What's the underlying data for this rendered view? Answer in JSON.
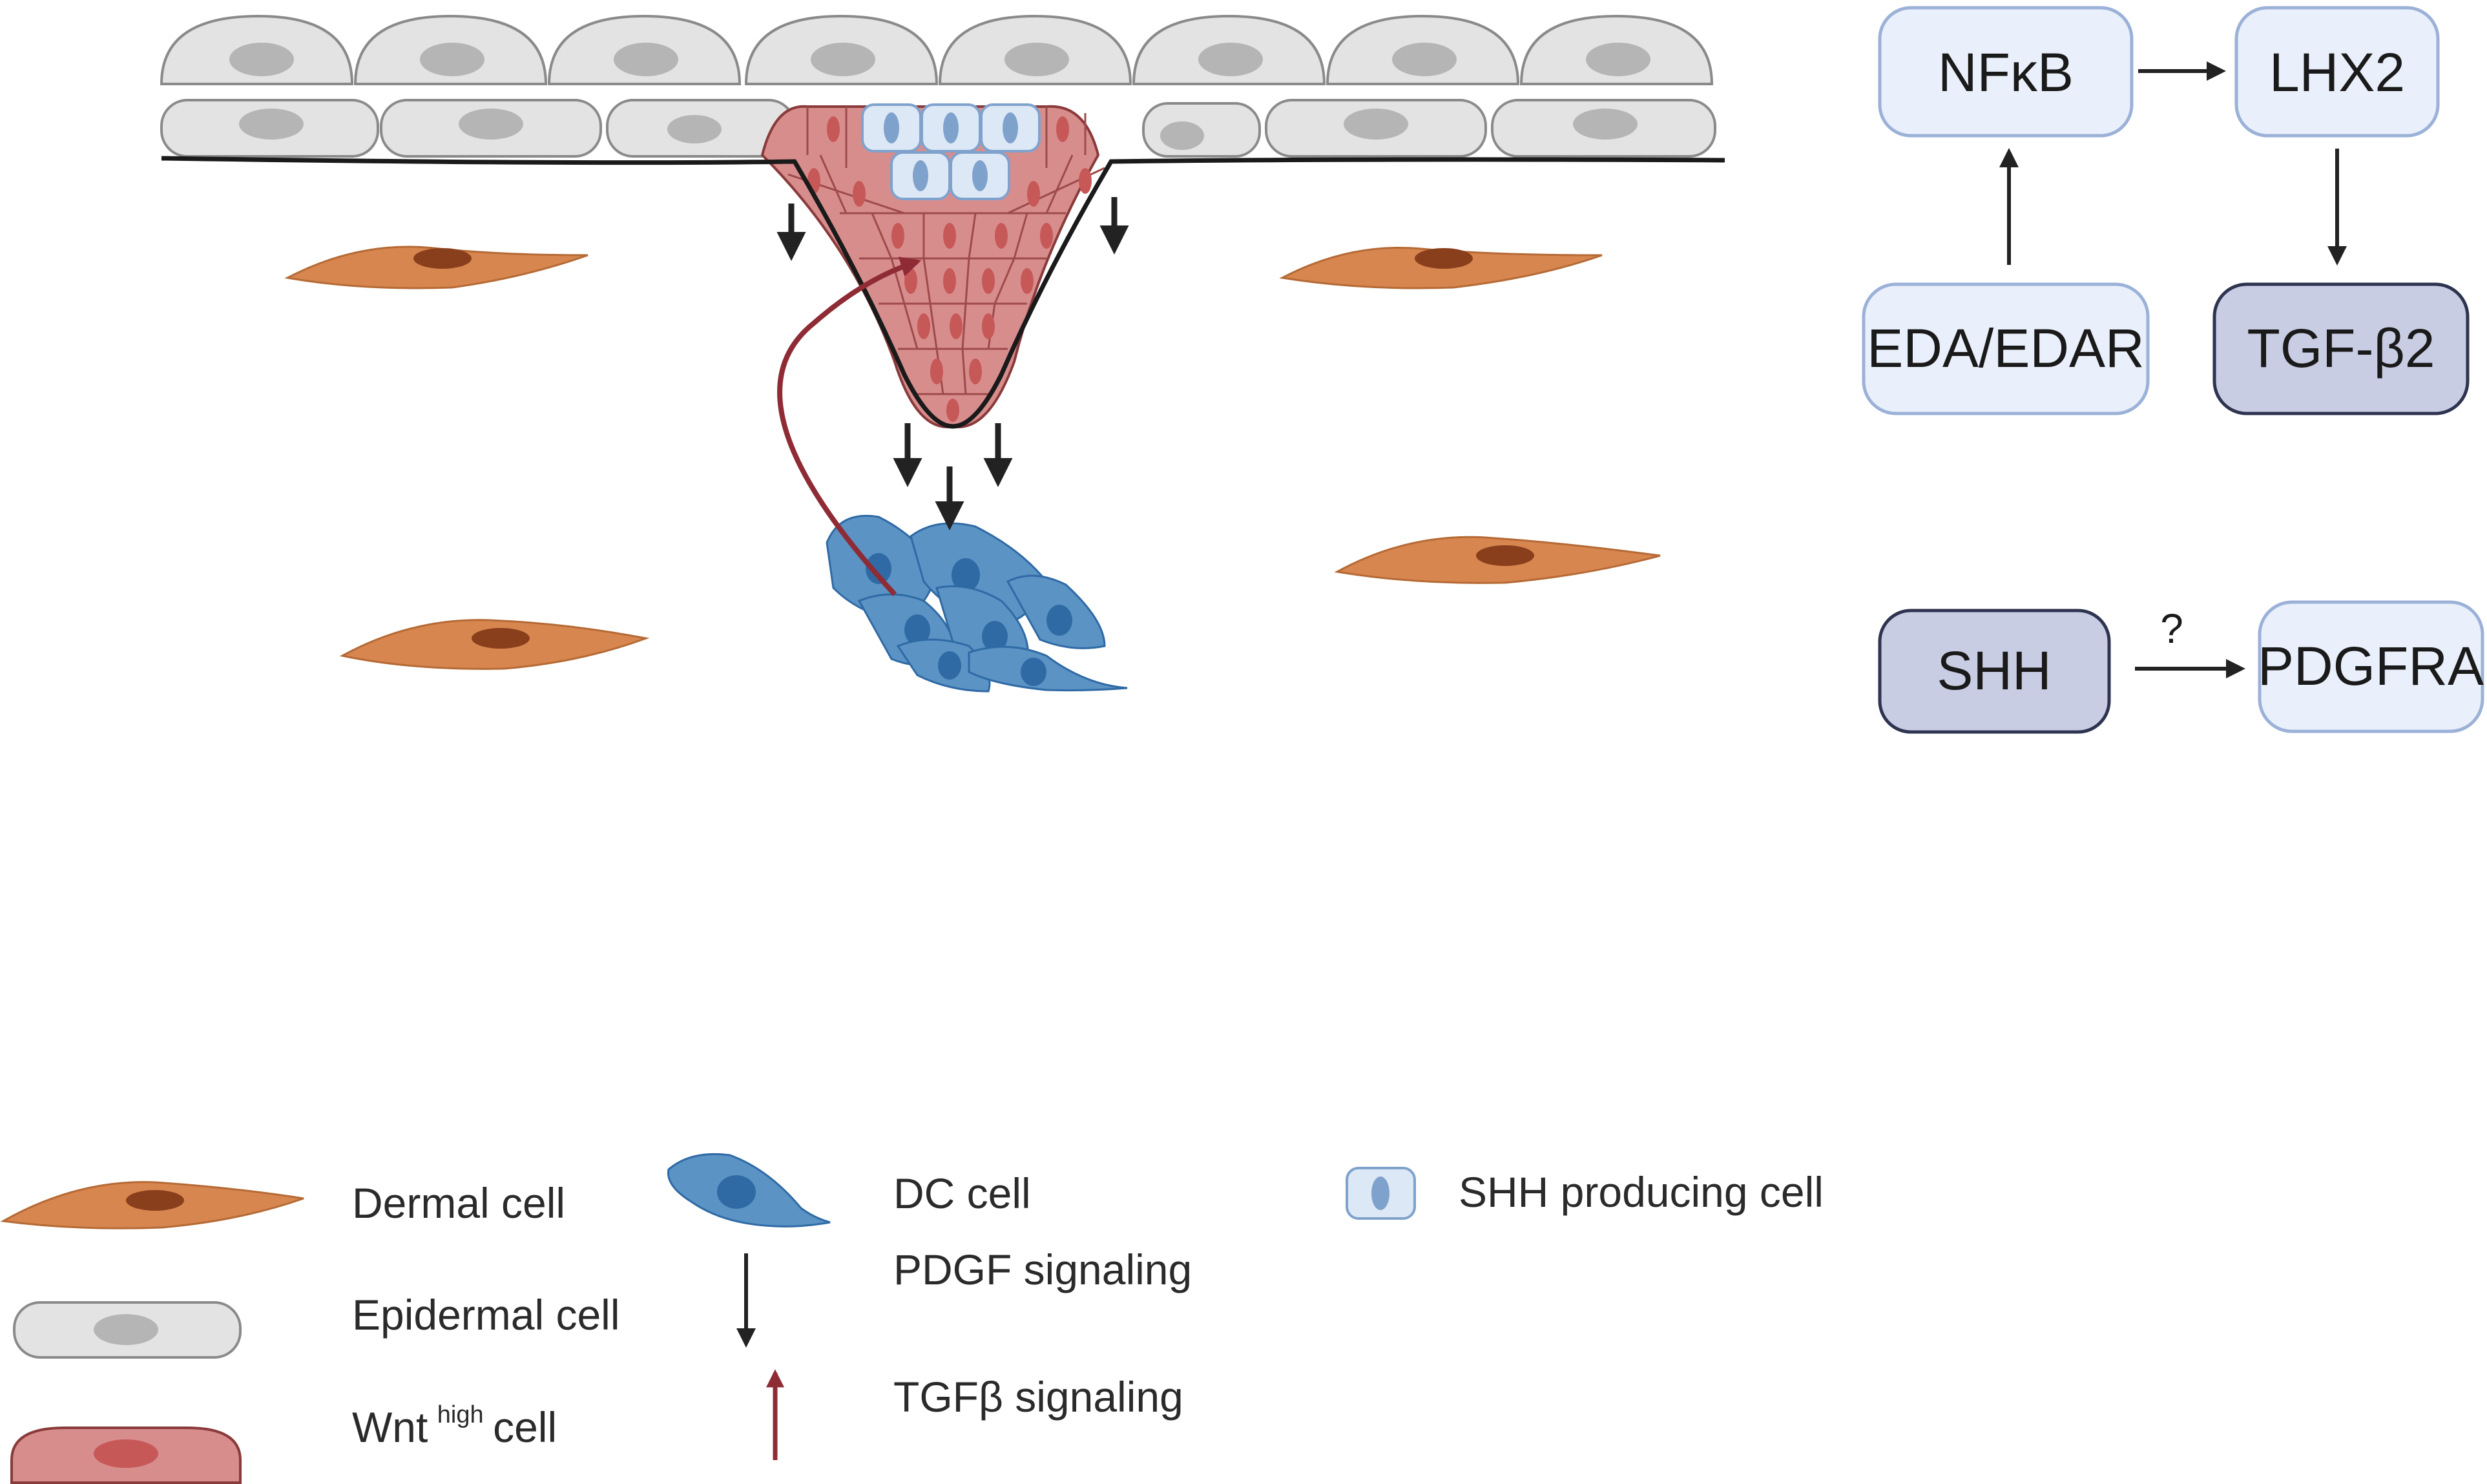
{
  "pathway": {
    "nodes": {
      "nfkb": "NFκB",
      "lhx2": "LHX2",
      "eda_edar": "EDA/EDAR",
      "tgf_b2": "TGF-β2",
      "shh": "SHH",
      "pdgfra": "PDGFRA"
    },
    "edges": [
      {
        "from": "eda_edar",
        "to": "nfkb"
      },
      {
        "from": "nfkb",
        "to": "lhx2"
      },
      {
        "from": "lhx2",
        "to": "tgf_b2"
      },
      {
        "from": "shh",
        "to": "pdgfra",
        "label": "?"
      }
    ]
  },
  "legend": {
    "dermal": "Dermal cell",
    "epidermal": "Epidermal cell",
    "wnt_prefix": "Wnt",
    "wnt_sup": "high",
    "wnt_suffix": "cell",
    "dc": "DC cell",
    "pdgf": "PDGF signaling",
    "tgfb": "TGFβ signaling",
    "shh_cell": "SHH producing cell"
  },
  "colors": {
    "dermal": "#d8864f",
    "dermal_nucleus": "#8a3f1c",
    "epidermal": "#e3e3e3",
    "epidermal_nucleus": "#b5b5b5",
    "wnt": "#d88d8d",
    "wnt_nucleus": "#c65858",
    "dc": "#5a93c4",
    "dc_nucleus": "#2f6aa5",
    "shh_cell": "#dce8f5",
    "shh_nucleus": "#7fa2cd",
    "node_light": "#eaf0fb",
    "node_dark": "#c9cde3",
    "node_stroke": "#9bb1d8",
    "tgfb_arrow": "#8e2b35",
    "pdgf_arrow": "#222222"
  }
}
